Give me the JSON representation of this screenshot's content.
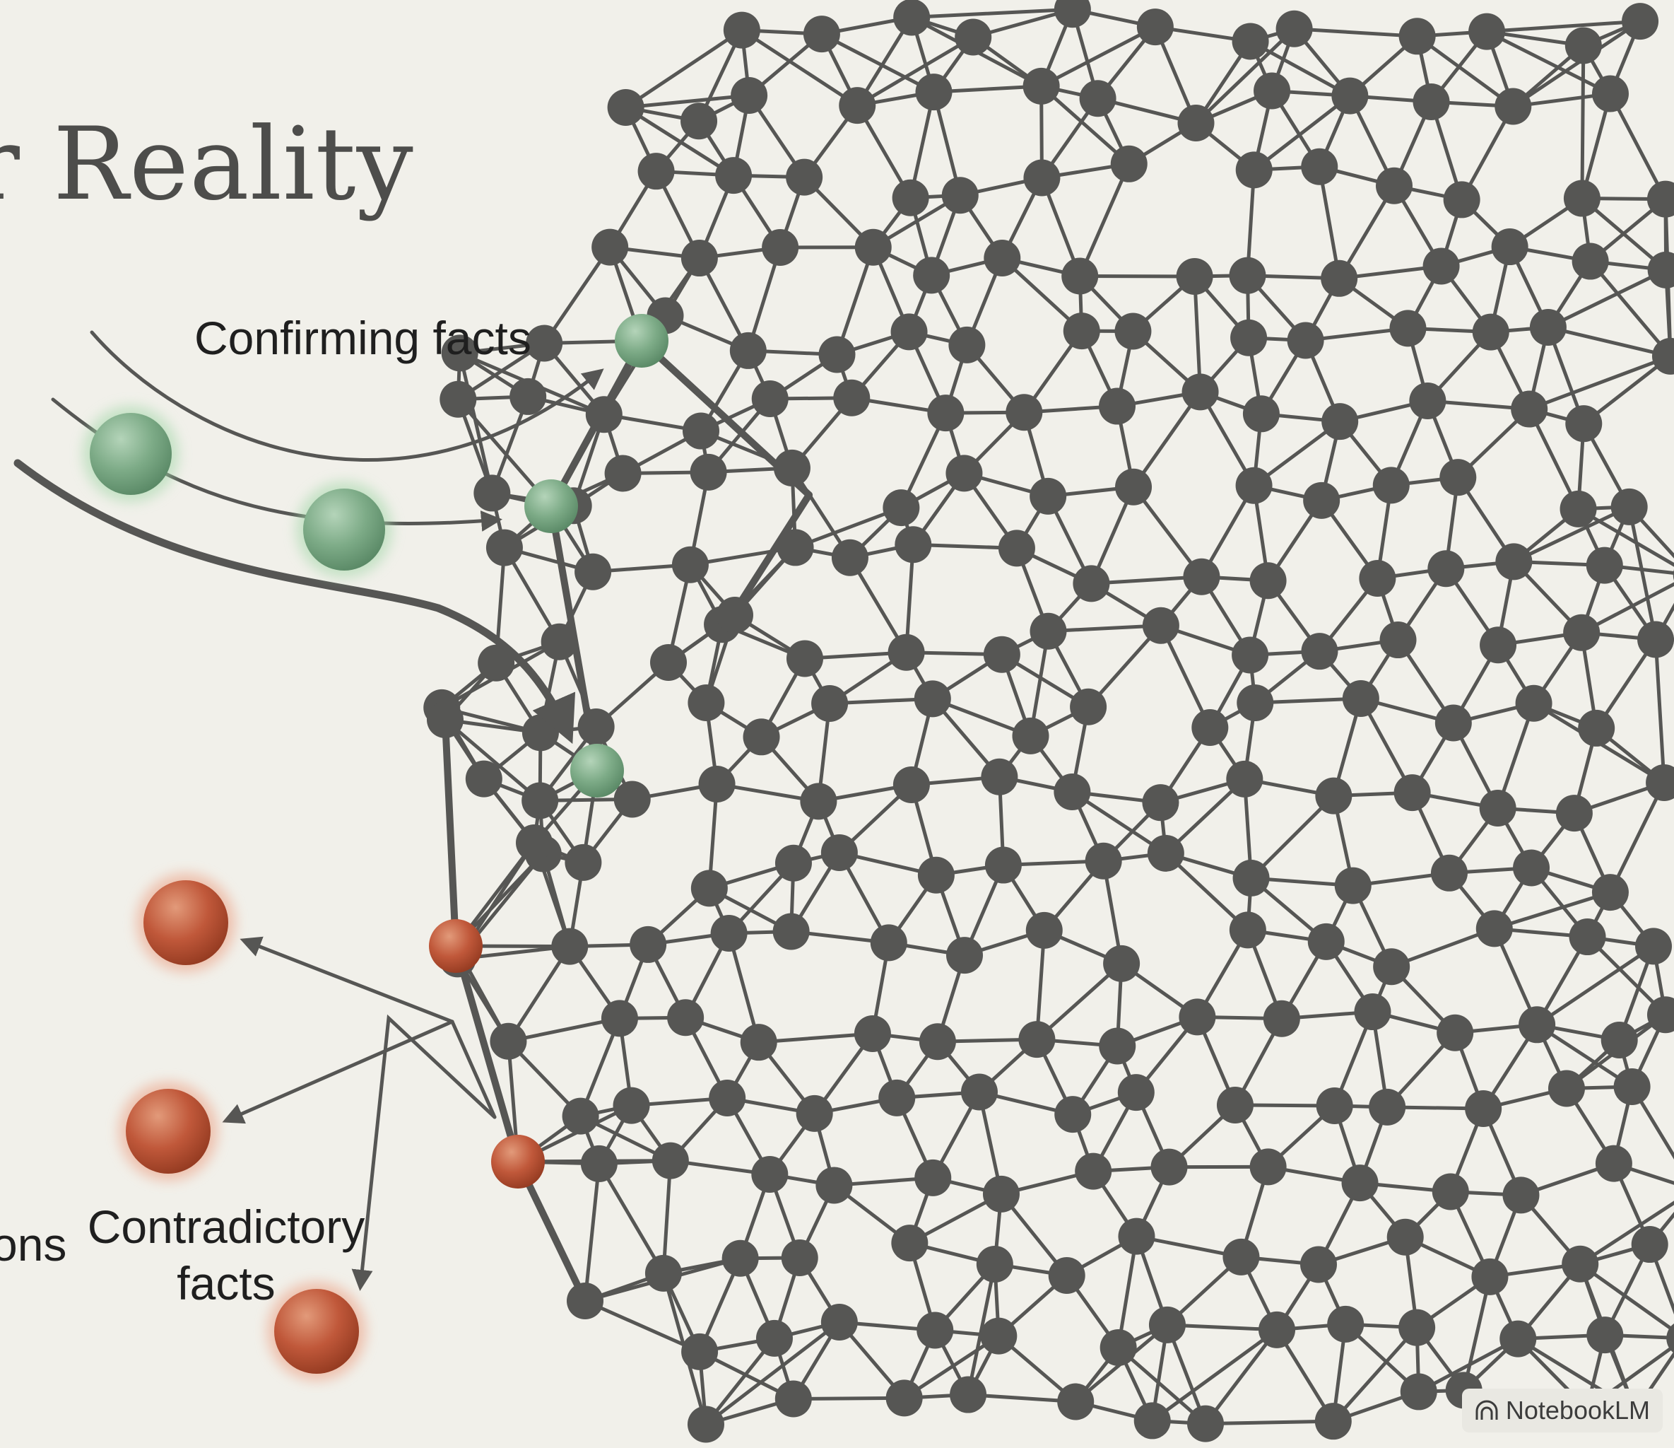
{
  "title": "r Reality",
  "labels": {
    "confirming": "Confirming facts",
    "contradictory_line1": "Contradictory",
    "contradictory_line2": "facts",
    "partial_left": "ons"
  },
  "badge": {
    "icon": "notebooklm-icon",
    "text": "NotebookLM"
  },
  "colors": {
    "background": "#f1f0ea",
    "network": "#565654",
    "confirming": "#7dab87",
    "contradictory": "#c0583a"
  }
}
